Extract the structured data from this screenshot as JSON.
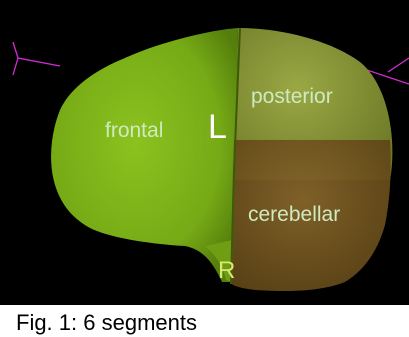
{
  "segments": {
    "frontal": "frontal",
    "posterior": "posterior",
    "cerebellar": "cerebellar"
  },
  "orientation": {
    "left": "L",
    "right": "R"
  },
  "caption": "Fig. 1: 6 segments",
  "colors": {
    "background": "#000000",
    "frontal_segment": "#7fb51a",
    "posterior_segment": "#8c9a3a",
    "cerebellar_segment": "#7a5a22",
    "bounding_box": "#d42bd4",
    "segment_label": "#cfe9c0"
  }
}
